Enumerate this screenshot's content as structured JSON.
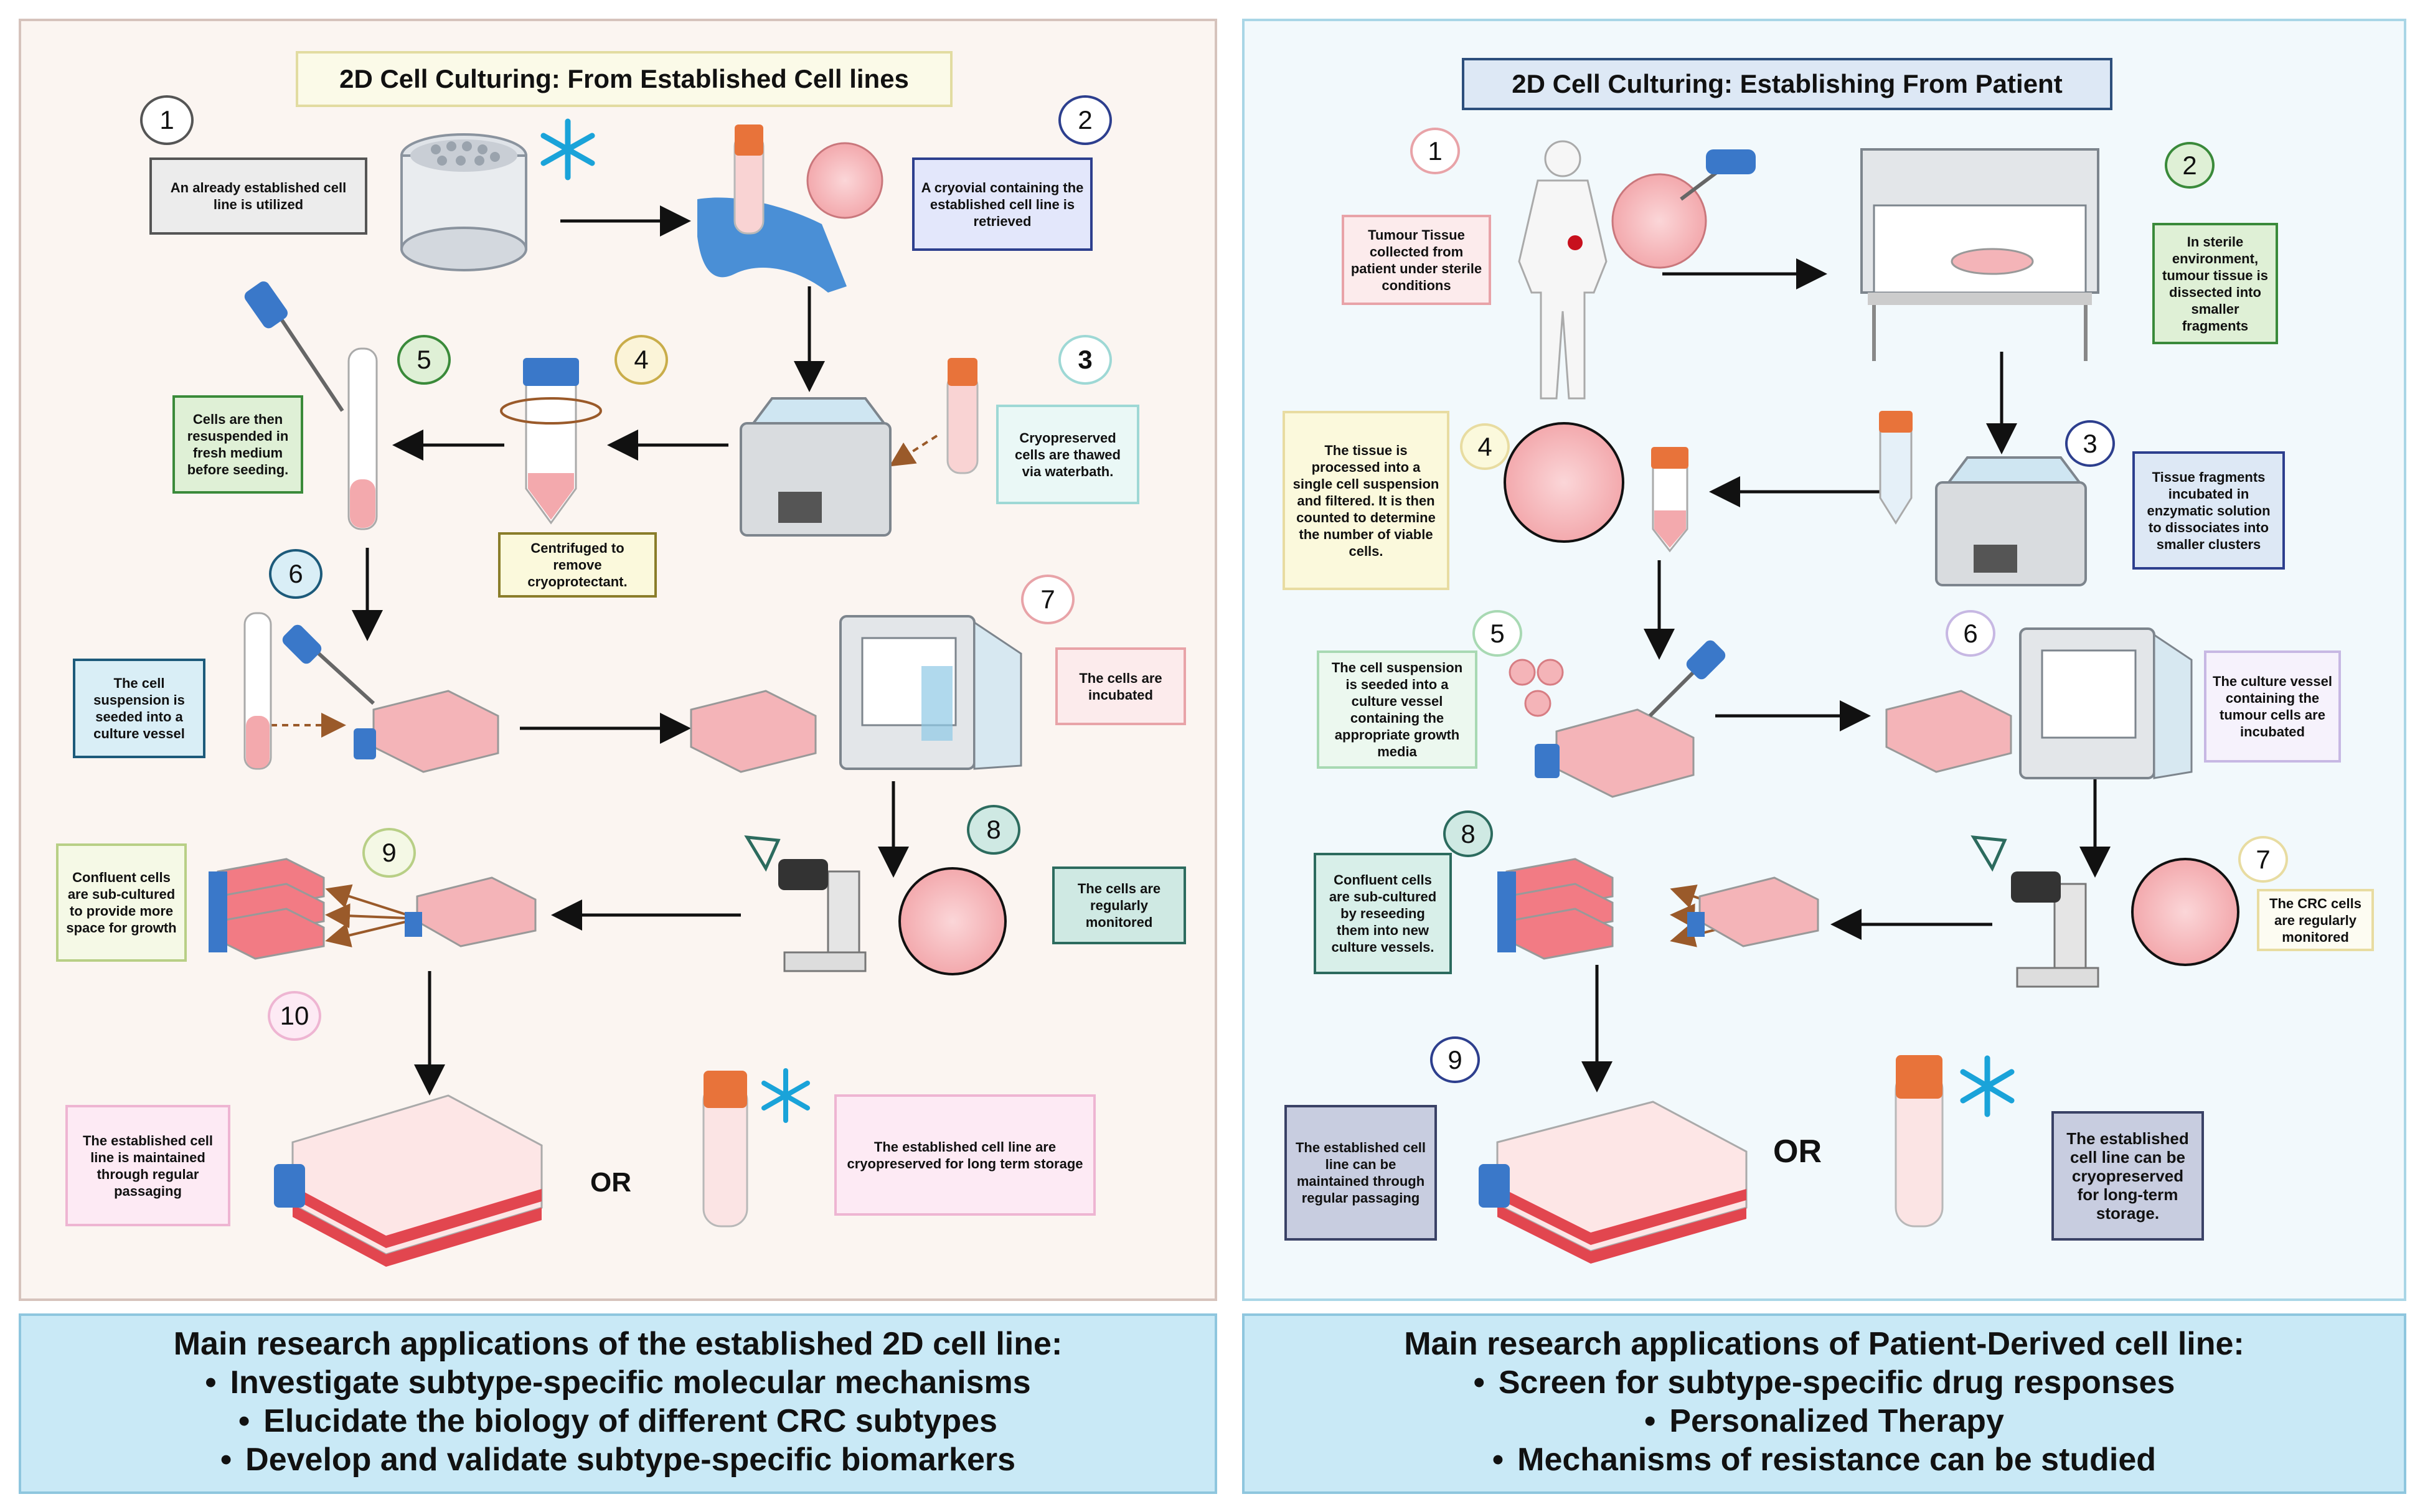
{
  "left_panel": {
    "title": "2D Cell Culturing: From Established Cell lines",
    "steps": [
      {
        "num": "1",
        "text": "An already established cell line is utilized"
      },
      {
        "num": "2",
        "text": "A cryovial containing the established cell line is retrieved"
      },
      {
        "num": "3",
        "text": "Cryopreserved cells are thawed via waterbath."
      },
      {
        "num": "4",
        "text": "Centrifuged to remove cryoprotectant."
      },
      {
        "num": "5",
        "text": "Cells are then resuspended in fresh medium before seeding."
      },
      {
        "num": "6",
        "text": "The cell suspension is seeded into a culture vessel"
      },
      {
        "num": "7",
        "text": "The cells are incubated"
      },
      {
        "num": "8",
        "text": "The cells are regularly monitored"
      },
      {
        "num": "9",
        "text": "Confluent cells are sub-cultured to provide more space for growth"
      },
      {
        "num": "10",
        "text": "The established cell line is maintained through regular passaging"
      }
    ],
    "cryo_text": "The established cell line are cryopreserved for long term storage",
    "or": "OR"
  },
  "right_panel": {
    "title": "2D Cell Culturing: Establishing From Patient",
    "steps": [
      {
        "num": "1",
        "text": "Tumour Tissue collected from patient under sterile conditions"
      },
      {
        "num": "2",
        "text": "In sterile environment, tumour tissue is dissected into smaller fragments"
      },
      {
        "num": "3",
        "text": "Tissue fragments incubated in enzymatic solution to dissociates into smaller clusters"
      },
      {
        "num": "4",
        "text": "The tissue is processed into a single cell suspension and filtered. It is then counted to determine the number of viable cells."
      },
      {
        "num": "5",
        "text": "The cell suspension is seeded into a culture vessel containing the appropriate growth media"
      },
      {
        "num": "6",
        "text": "The culture vessel containing the tumour cells are incubated"
      },
      {
        "num": "7",
        "text": "The CRC cells are regularly monitored"
      },
      {
        "num": "8",
        "text": "Confluent cells are sub-cultured by reseeding them into new culture vessels."
      },
      {
        "num": "9",
        "text": "The established cell line can be maintained through regular passaging"
      }
    ],
    "cryo_text": "The established cell line can be cryopreserved for long-term storage.",
    "or": "OR"
  },
  "left_applications": {
    "title": "Main research applications of the established 2D cell line:",
    "items": [
      "Investigate subtype-specific molecular mechanisms",
      "Elucidate the biology of different CRC subtypes",
      "Develop and validate subtype-specific biomarkers"
    ]
  },
  "right_applications": {
    "title": "Main research applications of Patient-Derived cell line:",
    "items": [
      "Screen for subtype-specific drug responses",
      "Personalized Therapy",
      "Mechanisms of resistance can be studied"
    ]
  },
  "icons": [
    "snowflake-icon",
    "pipette-icon",
    "microscope-icon",
    "incubator-icon",
    "waterbath-icon",
    "flask-icon",
    "cryovial-icon",
    "centrifuge-tube-icon",
    "test-tube-icon",
    "human-body-icon",
    "biosafety-cabinet-icon",
    "cell-cluster-icon",
    "cryo-storage-box-icon",
    "scalpel-icon",
    "gloved-hand-icon"
  ],
  "colors": {
    "left_panel_bg": "#fbf5f1",
    "right_panel_bg": "#f2f9fc",
    "applications_bg": "#c9e9f6",
    "cell_pink": "#ef6f77",
    "snowflake_blue": "#1aa3d9",
    "cap_orange": "#e8733a",
    "cap_blue": "#3a78c9"
  }
}
